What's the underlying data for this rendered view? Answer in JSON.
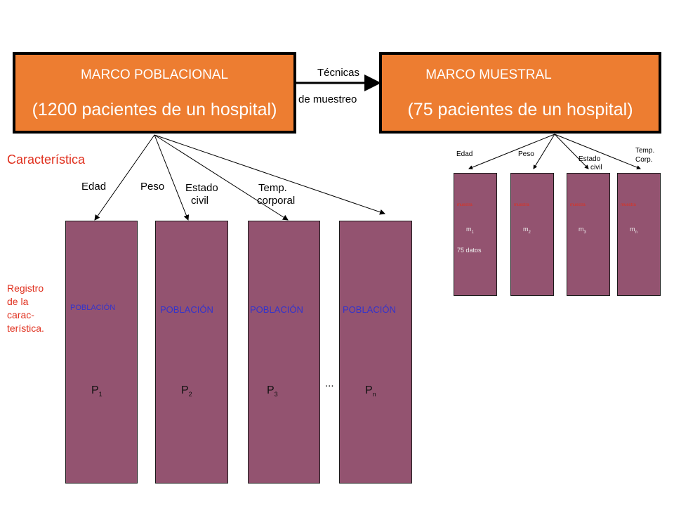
{
  "left_frame": {
    "title": "MARCO POBLACIONAL",
    "subtitle": "(1200 pacientes de un hospital)"
  },
  "right_frame": {
    "title": "MARCO MUESTRAL",
    "subtitle": "(75 pacientes de un hospital)"
  },
  "arrow_label": {
    "line1": "Técnicas",
    "line2": "de muestreo"
  },
  "characteristic_heading": "Característica",
  "register_label": [
    "Registro",
    "de la",
    "carac-",
    "terística."
  ],
  "left_branches": {
    "edad": "Edad",
    "peso": "Peso",
    "estado": [
      "Estado",
      "civil"
    ],
    "temp": [
      "Temp.",
      "corporal"
    ]
  },
  "populations": [
    {
      "label": "POBLACIÓN",
      "p": "P",
      "sub": "1"
    },
    {
      "label": "POBLACIÓN",
      "p": "P",
      "sub": "2"
    },
    {
      "label": "POBLACIÓN",
      "p": "P",
      "sub": "3"
    },
    {
      "label": "POBLACIÓN",
      "p": "P",
      "sub": "n"
    }
  ],
  "ellipsis": "...",
  "right_branches": {
    "edad": "Edad",
    "peso": "Peso",
    "estado": [
      "Estado",
      "civil"
    ],
    "temp": [
      "Temp.",
      "Corp."
    ]
  },
  "samples": [
    {
      "m": "m",
      "sub": "1"
    },
    {
      "m": "m",
      "sub": "2"
    },
    {
      "m": "m",
      "sub": "3"
    },
    {
      "m": "m",
      "sub": "n"
    }
  ],
  "sample_datos": "75 datos",
  "colors": {
    "orange": "#ED7D31",
    "column": "#935370",
    "population_text": "#3333CC",
    "red_text": "#E0301E"
  }
}
